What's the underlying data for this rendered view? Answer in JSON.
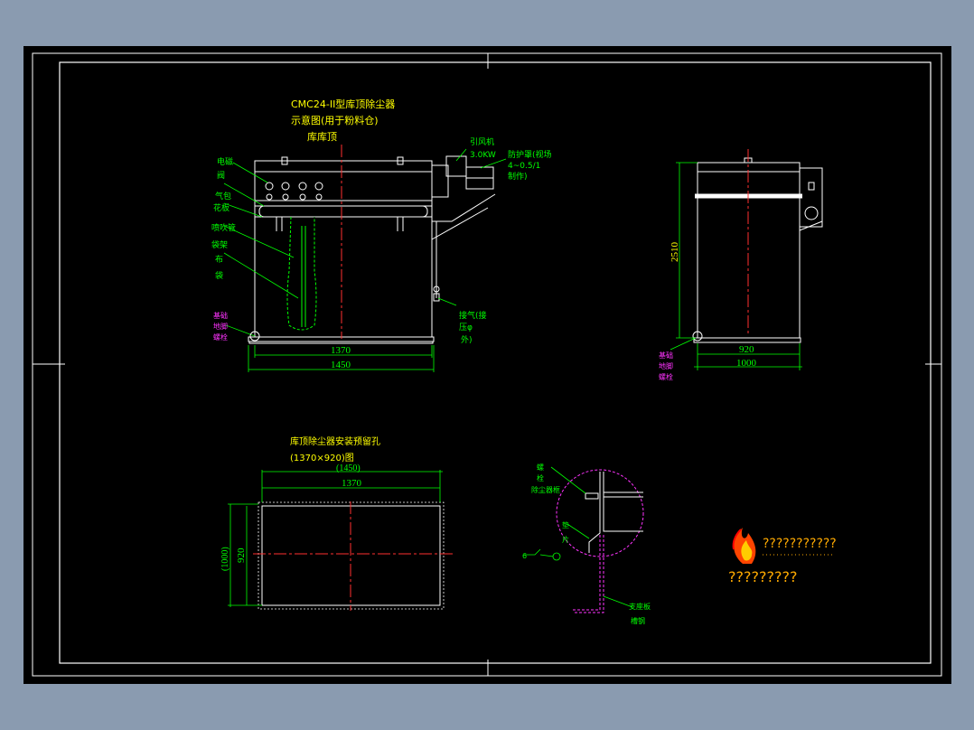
{
  "colors": {
    "background": "#8a9bb0",
    "sheet": "#000000",
    "frame": "#ffffff",
    "outline": "#ffffff",
    "centerline": "#ff3030",
    "leader": "#00ff00",
    "title": "#ffff00",
    "annotation": "#ff33ff",
    "logo_text": "#ffaa00"
  },
  "front_view": {
    "title_line1": "CMC24-II型库顶除尘器",
    "title_line2": "示意图(用于粉料仓)",
    "title_line3": "库库顶",
    "labels_left": [
      "电磁",
      "阀",
      "气包",
      "花板",
      "喷吹管",
      "袋架",
      "布",
      "袋"
    ],
    "label_base": [
      "基础",
      "地脚",
      "螺栓"
    ],
    "label_fan": "引风机",
    "label_power": "3.0KW",
    "label_motor_line1": "防护罩(视场",
    "label_motor_line2": "4~0.5/1",
    "label_motor_line3": "制作)",
    "label_air_line1": "接气(接",
    "label_air_line2": "压φ",
    "label_air_line3": "外)",
    "dim_inner": "1370",
    "dim_outer": "1450"
  },
  "side_view": {
    "dim_height": "2510",
    "dim_inner": "920",
    "dim_outer": "1000",
    "label_base": [
      "基础",
      "地脚",
      "螺栓"
    ]
  },
  "plan_view": {
    "title_line1": "库顶除尘器安装预留孔",
    "title_line2": "(1370×920)图",
    "dim_outer_width": "(1450)",
    "dim_inner_width": "1370",
    "dim_outer_height": "(1000)",
    "dim_inner_height": "920"
  },
  "detail_view": {
    "labels_left": [
      "螺",
      "栓",
      "除尘器框"
    ],
    "label_mid": [
      "垫",
      "片"
    ],
    "label_weld": "6",
    "label_right_line1": "支座板",
    "label_right_line2": "槽钢"
  },
  "logo": {
    "line1": "???????????",
    "line2": "?????????",
    "flame_colors": [
      "#ff6a00",
      "#ffcc00"
    ]
  }
}
